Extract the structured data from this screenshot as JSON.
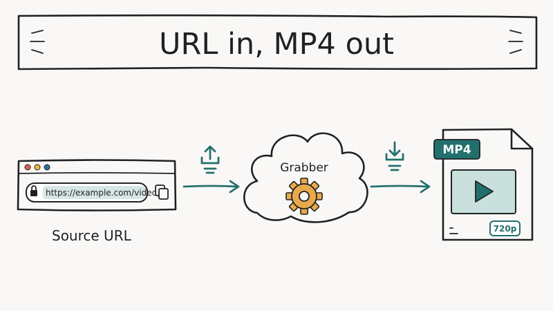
{
  "title": "URL in, MP4 out",
  "source": {
    "url": "https://example.com/video",
    "label": "Source URL"
  },
  "processor": {
    "label": "Grabber"
  },
  "output": {
    "format": "MP4",
    "resolution": "720p"
  },
  "colors": {
    "accent": "#22706e",
    "gear": "#e8a94c",
    "url_highlight": "#d7e6e4",
    "video_panel": "#c9e0dd",
    "window_red": "#e0604f",
    "window_yellow": "#f0b43c",
    "window_blue": "#2f6f9c"
  },
  "icons": {
    "upload": "upload-icon",
    "download": "download-icon",
    "lock": "lock-icon",
    "copy": "copy-icon",
    "gear": "gear-icon",
    "play": "play-icon"
  }
}
